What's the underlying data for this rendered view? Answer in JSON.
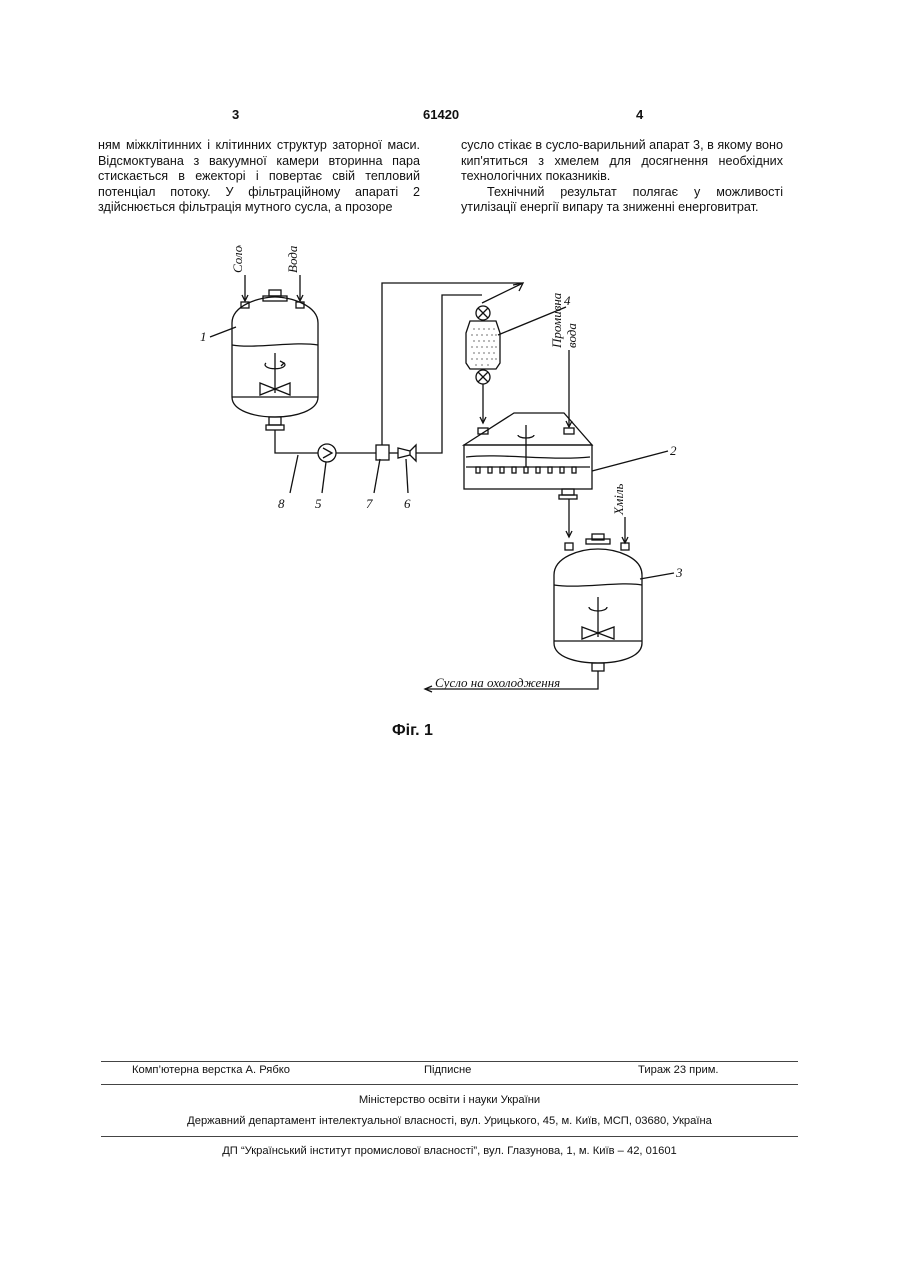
{
  "header": {
    "left_page": "3",
    "patent_no": "61420",
    "right_page": "4"
  },
  "text": {
    "left_column": "ням міжклітинних і клітинних структур заторної маси. Відсмоктувана з вакуумної камери вторинна пара стискається в ежекторі і повертає свій тепловий потенціал потоку. У фільтраційному апараті 2 здійснюється фільтрація мутного сусла, а прозоре",
    "right_column_p1": "сусло стікає в сусло-варильний апарат 3, в якому воно кип'ятиться з хмелем для досягнення необхідних технологічних показників.",
    "right_column_p2": "Технічний результат полягає у можливості утилізації енергії випару та зниженні енерговитрат."
  },
  "figure": {
    "caption": "Фіг. 1",
    "labels": {
      "solod": "Солод",
      "voda": "Вода",
      "promyvna": "Промивна",
      "voda2": "вода",
      "khmil": "Хміль",
      "suslo_out": "Сусло на охолодження",
      "n1": "1",
      "n2": "2",
      "n3": "3",
      "n4": "4",
      "n5": "5",
      "n6": "6",
      "n7": "7",
      "n8": "8"
    }
  },
  "footer": {
    "layout": "Комп’ютерна верстка А. Рябко",
    "signed": "Підписне",
    "circulation": "Тираж 23 прим.",
    "ministry": "Міністерство освіти і науки України",
    "department": "Державний департамент інтелектуальної власності, вул. Урицького, 45, м. Київ, МСП, 03680, Україна",
    "institute": "ДП “Український інститут промислової власності”, вул. Глазунова, 1, м. Київ – 42, 01601"
  }
}
